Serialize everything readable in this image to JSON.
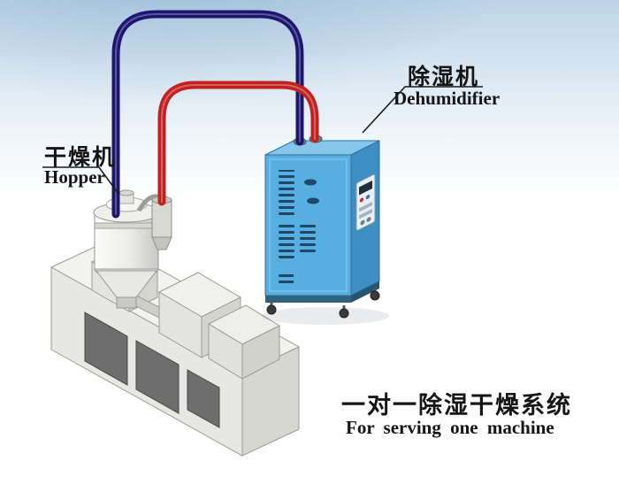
{
  "labels": {
    "hopper": {
      "cn": "干燥机",
      "en": "Hopper"
    },
    "dehumidifier": {
      "cn": "除湿机",
      "en": "Dehumidifier"
    },
    "caption": {
      "cn": "一对一除湿干燥系统",
      "en": "For serving one machine"
    }
  },
  "colors": {
    "background_top": "#bcd3e7",
    "pipe_navy": "#1c1670",
    "pipe_red": "#c32020",
    "dehumidifier_front": "#57aee0",
    "dehumidifier_side": "#3d8ec2",
    "dehumidifier_top": "#85c6ea",
    "machine_body": "#f2f2ef"
  }
}
